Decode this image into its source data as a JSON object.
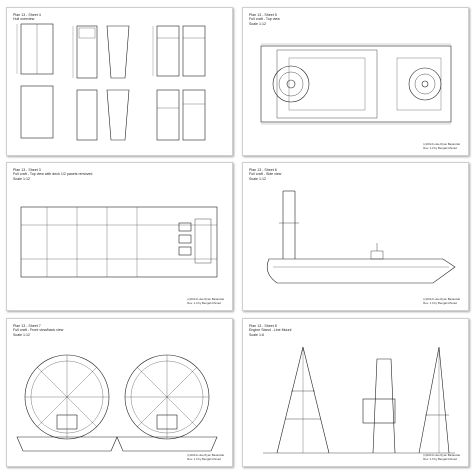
{
  "sheets": [
    {
      "plan": "Plan 13 - Sheet 4",
      "view": "Hull overview",
      "scale": "",
      "credit": [
        "",
        ""
      ]
    },
    {
      "plan": "Plan 13 - Sheet 5",
      "view": "Full craft - Top view",
      "scale": "Scale 1:12",
      "credit": [
        "(c)2014 Luke Ryan Banaszak",
        "Rev. 1.0 by Bengali Ahmad"
      ]
    },
    {
      "plan": "Plan 13 - Sheet 3",
      "view": "Full craft - Top view with deck 1/2 panels removed",
      "scale": "Scale 1:12",
      "credit": [
        "(c)2014 Luke Ryan Banaszak",
        "Rev. 1.0 by Bengali Ahmad"
      ]
    },
    {
      "plan": "Plan 13 - Sheet 6",
      "view": "Full craft - Side view",
      "scale": "Scale 1:12",
      "credit": [
        "(c)2014 Luke Ryan Banaszak",
        "Rev. 1.0 by Bengali Ahmad"
      ]
    },
    {
      "plan": "Plan 13 - Sheet 7",
      "view": "Full craft - Front view/back view",
      "scale": "Scale 1:12",
      "credit": [
        "(c)2014 Luke Ryan Banaszak",
        "Rev. 1.0 by Bengali Ahmad"
      ]
    },
    {
      "plan": "Plan 13 - Sheet 8",
      "view": "Engine Stand - Line Mount",
      "scale": "Scale 1:6",
      "credit": [
        "(c)2014 Luke Ryan Banaszak",
        "Rev. 1.0 by Bengali Ahmad"
      ]
    }
  ]
}
